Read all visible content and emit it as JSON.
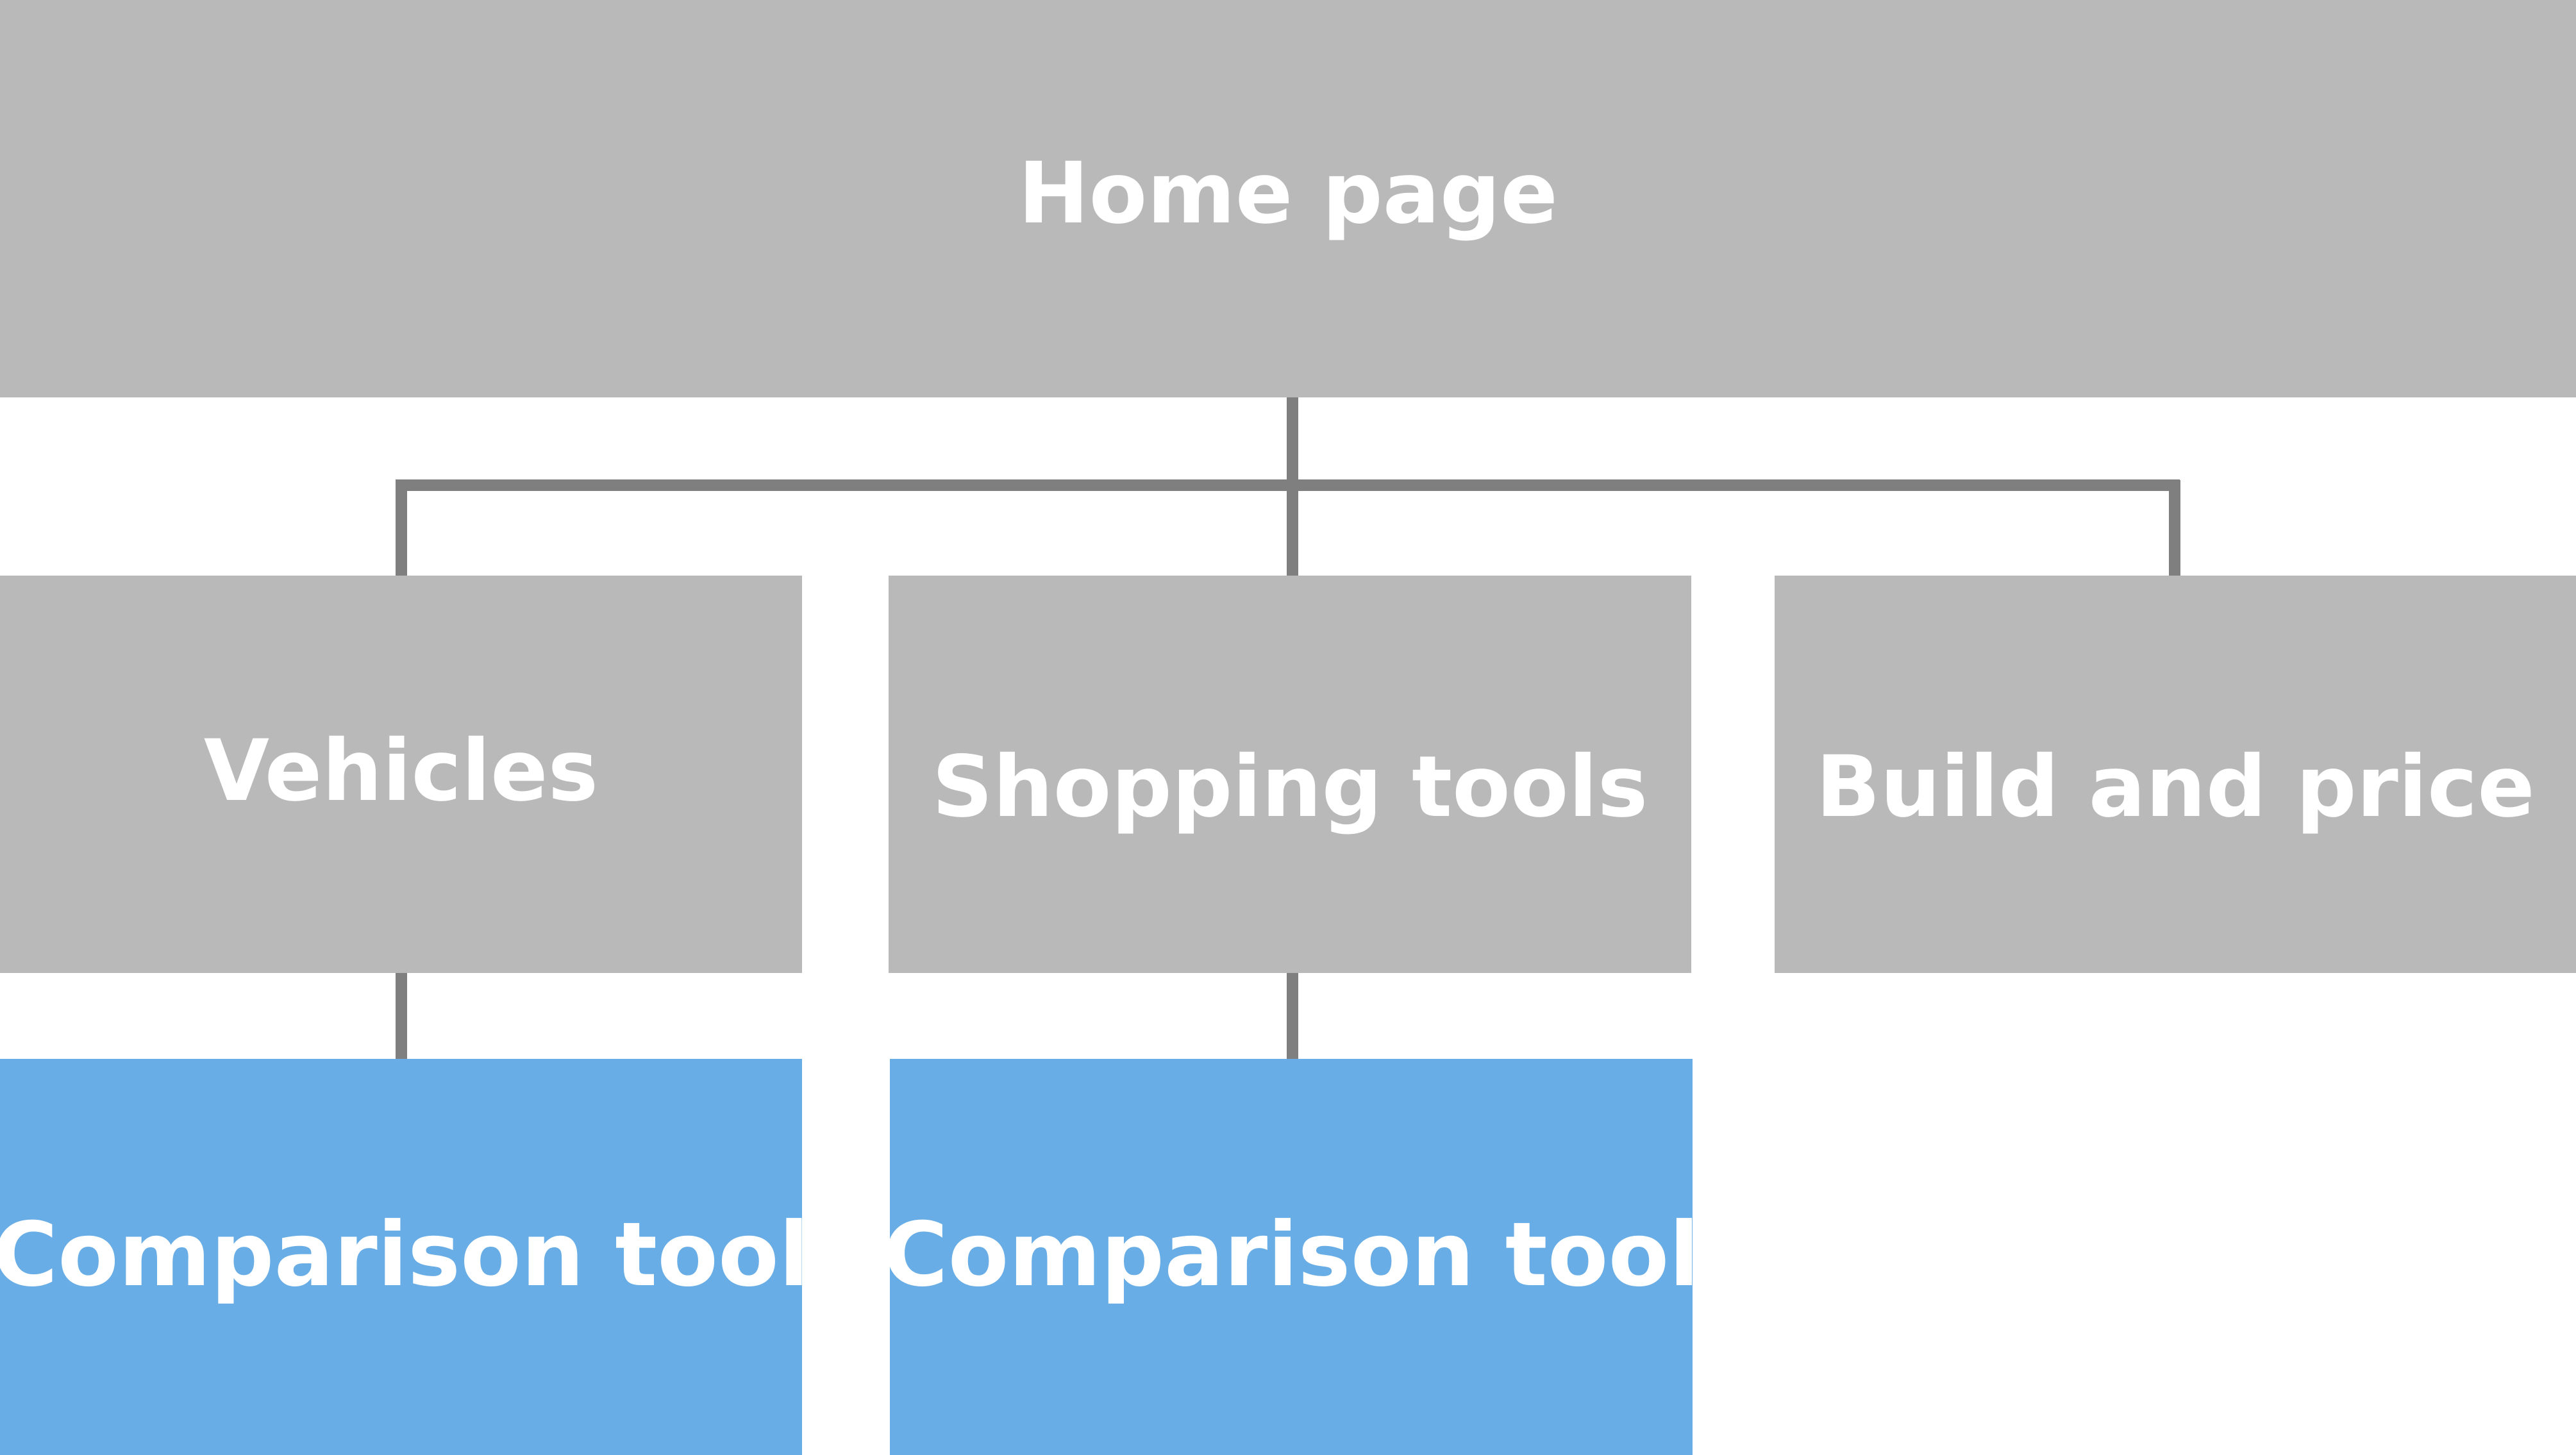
{
  "diagram": {
    "nodes": {
      "home": {
        "label": "Home page"
      },
      "vehicles": {
        "label": "Vehicles"
      },
      "shopping_tools": {
        "label": "Shopping tools"
      },
      "build_and_price": {
        "label": "Build and price"
      },
      "comparison_tool_1": {
        "label": "Comparison tool"
      },
      "comparison_tool_2": {
        "label": "Comparison tool"
      }
    },
    "edges": [
      {
        "from": "home",
        "to": "vehicles"
      },
      {
        "from": "home",
        "to": "shopping_tools"
      },
      {
        "from": "home",
        "to": "build_and_price"
      },
      {
        "from": "vehicles",
        "to": "comparison_tool_1"
      },
      {
        "from": "shopping_tools",
        "to": "comparison_tool_2"
      }
    ],
    "colors": {
      "node_default": "#b9b9b9",
      "node_highlight": "#68ade6",
      "connector": "#7f7f7f",
      "label_text": "#ffffff",
      "background": "#ffffff"
    }
  }
}
